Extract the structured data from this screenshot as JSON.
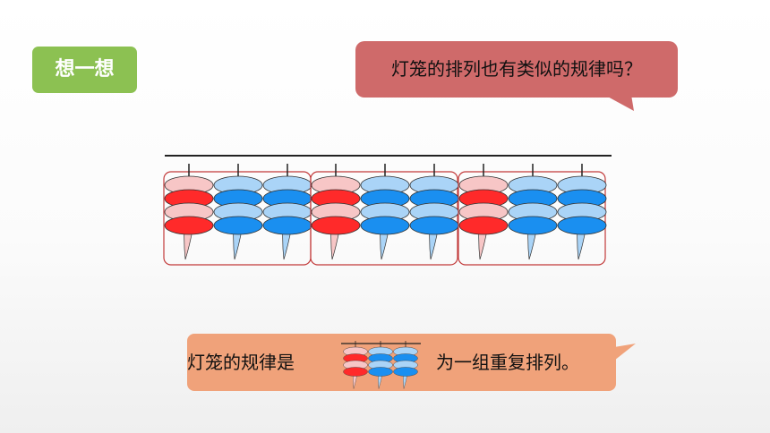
{
  "tag": {
    "label": "想一想"
  },
  "question": {
    "text": "灯笼的排列也有类似的规律吗？"
  },
  "answer": {
    "prefix": "灯笼的规律是",
    "suffix": "为一组重复排列。"
  },
  "colors": {
    "red_light": "#f7c6c6",
    "red": "#ff2a2a",
    "blue_light": "#aad4f7",
    "blue": "#1a8ff0",
    "group_border": "#c23a3a",
    "tag_green": "#8cc152",
    "bubble_top": "#cf6a6a",
    "bubble_bottom": "#f0a27a"
  },
  "pattern": [
    "red",
    "blue",
    "blue"
  ],
  "groups_count": 3
}
